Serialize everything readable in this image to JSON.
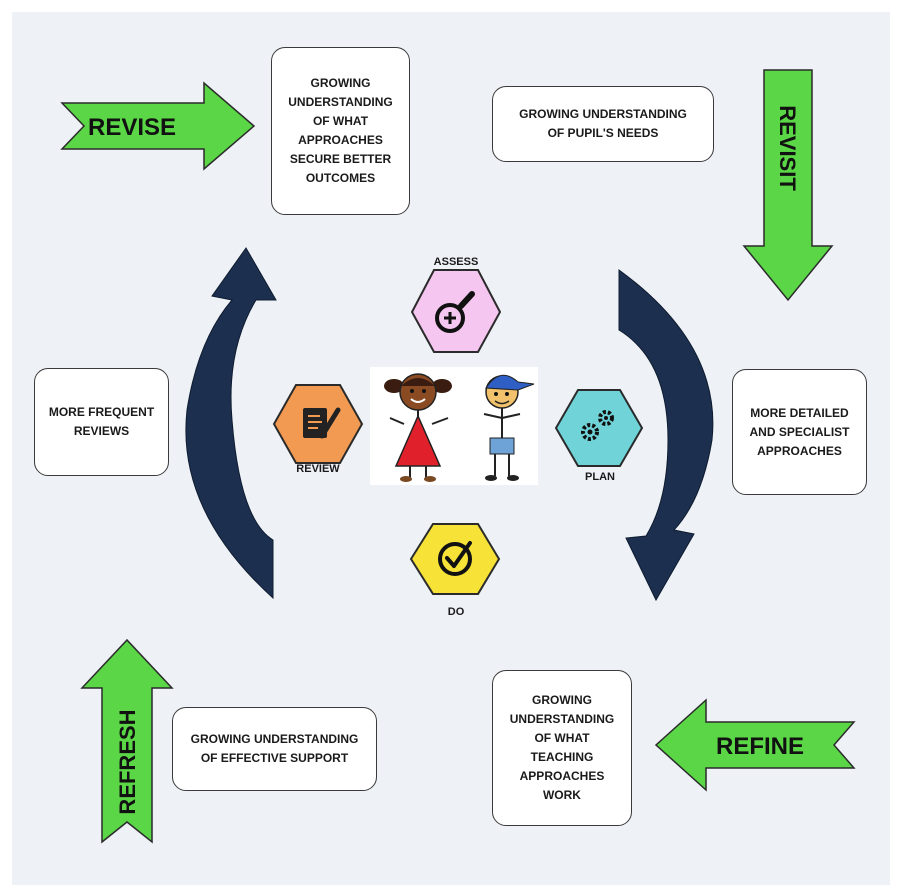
{
  "arrows": {
    "revise": "REVISE",
    "revisit": "REVISIT",
    "refine": "REFINE",
    "refresh": "REFRESH"
  },
  "boxes": {
    "approaches": "GROWING\nUNDERSTANDING\nOF WHAT\nAPPROACHES\nSECURE BETTER\nOUTCOMES",
    "pupil_needs": "GROWING UNDERSTANDING\nOF PUPIL'S NEEDS",
    "frequent_reviews": "MORE FREQUENT\nREVIEWS",
    "detailed": "MORE DETAILED\nAND SPECIALIST\nAPPROACHES",
    "effective_support": "GROWING UNDERSTANDING\nOF EFFECTIVE SUPPORT",
    "teaching": "GROWING\nUNDERSTANDING\nOF WHAT\nTEACHING\nAPPROACHES\nWORK"
  },
  "cycle": {
    "assess": "ASSESS",
    "plan": "PLAN",
    "do": "DO",
    "review": "REVIEW"
  },
  "colors": {
    "green_arrow": "#5ad646",
    "navy_arrow": "#1c2f4e",
    "assess_hex": "#f5c6ef",
    "plan_hex": "#6fd3d8",
    "do_hex": "#f7e237",
    "review_hex": "#f39a52"
  },
  "icons": {
    "assess": "magnifier-plus-icon",
    "plan": "gears-icon",
    "do": "checkmark-icon",
    "review": "document-pencil-icon"
  }
}
